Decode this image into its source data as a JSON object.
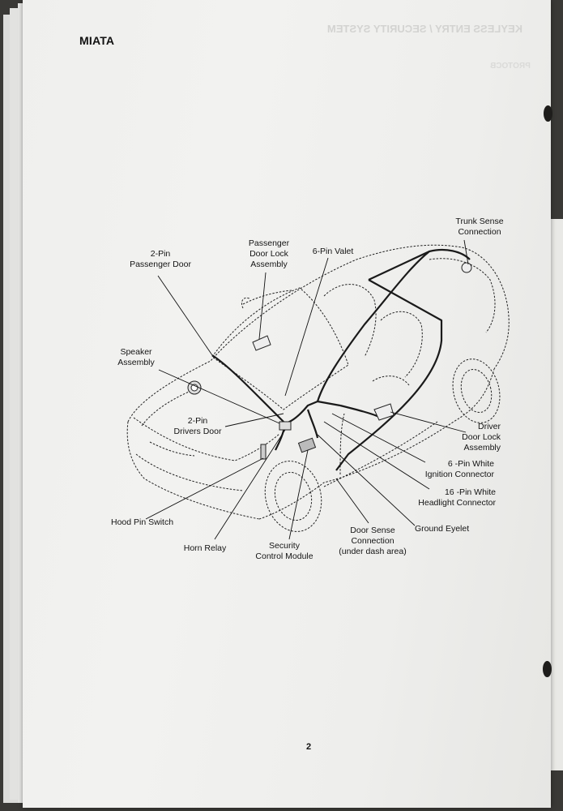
{
  "document": {
    "header": "MIATA",
    "ghost_title": "KEYLESS ENTRY / SECURITY SYSTEM",
    "ghost_subtitle": "PROTOCB",
    "page_number": "2"
  },
  "diagram": {
    "subject": "car-wiring-harness",
    "callouts": {
      "trunk_sense": "Trunk Sense\nConnection",
      "passenger_door_2pin": "2-Pin\nPassenger Door",
      "passenger_door_lock": "Passenger\nDoor Lock\nAssembly",
      "valet_6pin": "6-Pin Valet",
      "speaker": "Speaker\nAssembly",
      "drivers_door_2pin": "2-Pin\nDrivers Door",
      "driver_door_lock": "Driver\nDoor Lock\nAssembly",
      "ignition_6pin": "6 -Pin White\nIgnition Connector",
      "headlight_16pin": "16 -Pin White\nHeadlight Connector",
      "ground_eyelet": "Ground Eyelet",
      "door_sense": "Door Sense\nConnection\n(under dash area)",
      "security_module": "Security\nControl Module",
      "horn_relay": "Horn Relay",
      "hood_pin": "Hood Pin Switch"
    }
  }
}
